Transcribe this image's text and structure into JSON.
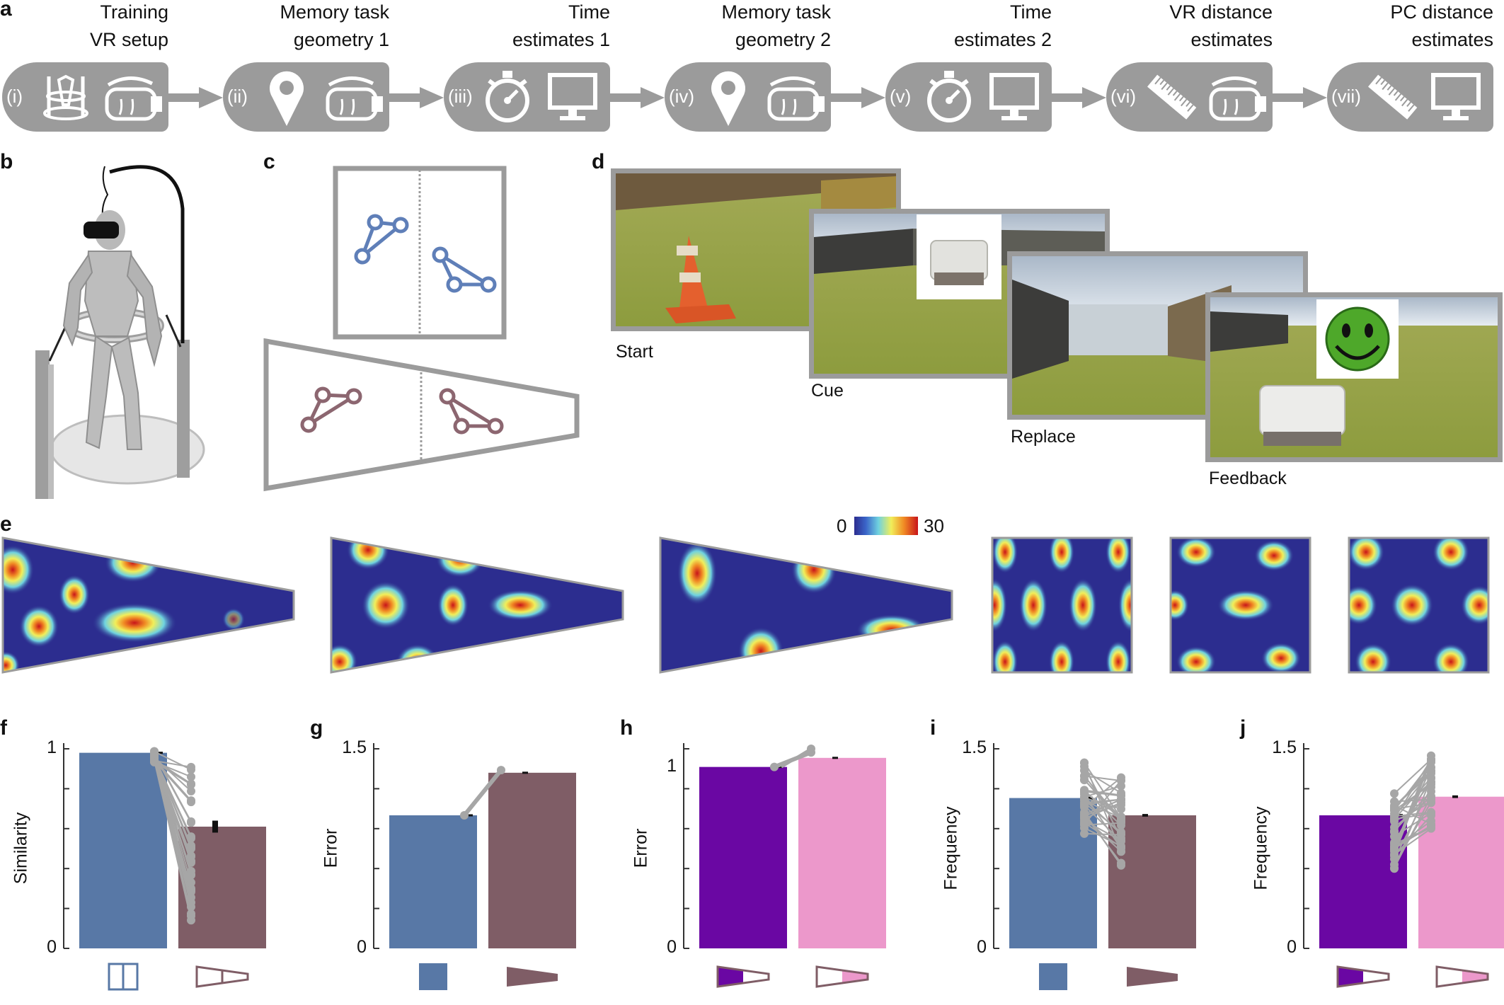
{
  "panel_letters": {
    "a": "a",
    "b": "b",
    "c": "c",
    "d": "d",
    "e": "e",
    "f": "f",
    "g": "g",
    "h": "h",
    "i": "i",
    "j": "j"
  },
  "steps": [
    {
      "num": "(i)",
      "line1": "Training",
      "line2": "VR setup",
      "icons": [
        "vr-rig-icon",
        "vr-headset-icon"
      ]
    },
    {
      "num": "(ii)",
      "line1": "Memory task",
      "line2": "geometry 1",
      "icons": [
        "map-pin-icon",
        "vr-headset-icon"
      ]
    },
    {
      "num": "(iii)",
      "line1": "Time",
      "line2": "estimates 1",
      "icons": [
        "stopwatch-icon",
        "monitor-icon"
      ]
    },
    {
      "num": "(iv)",
      "line1": "Memory task",
      "line2": "geometry 2",
      "icons": [
        "map-pin-icon",
        "vr-headset-icon"
      ]
    },
    {
      "num": "(v)",
      "line1": "Time",
      "line2": "estimates 2",
      "icons": [
        "stopwatch-icon",
        "monitor-icon"
      ]
    },
    {
      "num": "(vi)",
      "line1": "VR distance",
      "line2": "estimates",
      "icons": [
        "ruler-icon",
        "vr-headset-icon"
      ]
    },
    {
      "num": "(vii)",
      "line1": "PC distance",
      "line2": "estimates",
      "icons": [
        "ruler-icon",
        "monitor-icon"
      ]
    }
  ],
  "screens": [
    {
      "label": "Start"
    },
    {
      "label": "Cue"
    },
    {
      "label": "Replace"
    },
    {
      "label": "Feedback"
    }
  ],
  "colorbar": {
    "min_label": "0",
    "max_label": "30"
  },
  "colors": {
    "square_blue": "#5878a6",
    "trapezoid_mauve": "#7f5d66",
    "purple": "#6a07a3",
    "pink": "#ec98cb",
    "step_grey": "#9b9b9b",
    "line_grey": "#a6a6a6",
    "triangle_blue": "#5f7fb8",
    "triangle_mauve": "#8c6670"
  },
  "chart_data": [
    {
      "panel": "f",
      "type": "bar",
      "ylabel": "Similarity",
      "ylim": [
        0,
        1
      ],
      "yticks": [
        "0",
        "1"
      ],
      "values": [
        0.98,
        0.61
      ],
      "errors": [
        0.005,
        0.03
      ],
      "bar_colors": [
        "#5878a6",
        "#7f5d66"
      ],
      "markers": [
        "square-split-icon",
        "trapezoid-outline-icon"
      ]
    },
    {
      "panel": "g",
      "type": "bar",
      "ylabel": "Error",
      "ylim": [
        0,
        1.5
      ],
      "yticks": [
        "0",
        "1.5"
      ],
      "values": [
        1.0,
        1.32
      ],
      "errors": [
        0.005,
        0.005
      ],
      "bar_colors": [
        "#5878a6",
        "#7f5d66"
      ],
      "markers": [
        "square-filled-icon",
        "trapezoid-filled-icon"
      ]
    },
    {
      "panel": "h",
      "type": "bar",
      "ylabel": "Error",
      "ylim": [
        0,
        1.1
      ],
      "yticks": [
        "0",
        "1"
      ],
      "values": [
        1.0,
        1.05
      ],
      "errors": [
        0.003,
        0.005
      ],
      "bar_colors": [
        "#6a07a3",
        "#ec98cb"
      ],
      "markers": [
        "trapezoid-wide-end-icon",
        "trapezoid-narrow-end-icon"
      ]
    },
    {
      "panel": "i",
      "type": "bar",
      "ylabel": "Frequency",
      "ylim": [
        0,
        1.5
      ],
      "yticks": [
        "0",
        "1.5"
      ],
      "values": [
        1.13,
        1.0
      ],
      "errors": [
        0.01,
        0.01
      ],
      "bar_colors": [
        "#5878a6",
        "#7f5d66"
      ],
      "markers": [
        "square-filled-icon",
        "trapezoid-filled-icon"
      ]
    },
    {
      "panel": "j",
      "type": "bar",
      "ylabel": "Frequency",
      "ylim": [
        0,
        1.5
      ],
      "yticks": [
        "0",
        "1.5"
      ],
      "values": [
        1.0,
        1.14
      ],
      "errors": [
        0.01,
        0.01
      ],
      "bar_colors": [
        "#6a07a3",
        "#ec98cb"
      ],
      "markers": [
        "trapezoid-wide-end-icon",
        "trapezoid-narrow-end-icon"
      ]
    }
  ]
}
